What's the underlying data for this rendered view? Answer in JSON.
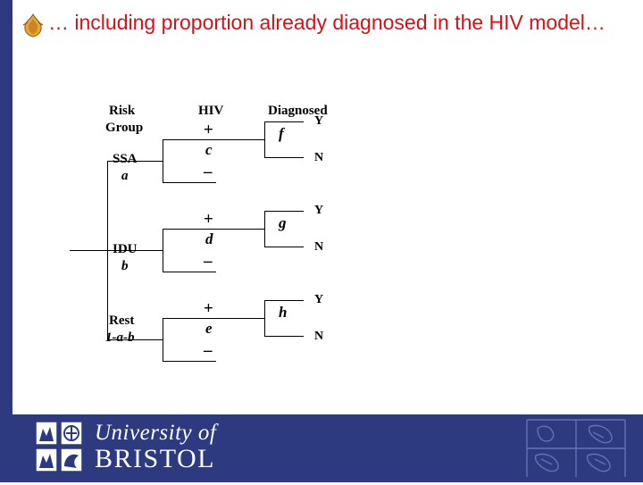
{
  "slide": {
    "title": "… including proportion already diagnosed in the HIV model…",
    "bullet_icon": "flame-bullet-icon",
    "accent_color": "#2d3a80",
    "title_color": "#d41216"
  },
  "diagram": {
    "type": "tree",
    "headers": {
      "risk_group": "Risk\nGroup",
      "risk_group_line1": "Risk",
      "risk_group_line2": "Group",
      "hiv": "HIV",
      "diagnosed": "Diagnosed"
    },
    "branches": [
      {
        "group_name": "SSA",
        "group_param": "a",
        "hiv_positive_sign": "+",
        "hiv_negative_sign": "–",
        "hiv_rate": "c",
        "diagnosed_rate": "f",
        "diagnosed_yes": "Y",
        "diagnosed_no": "N"
      },
      {
        "group_name": "IDU",
        "group_param": "b",
        "hiv_positive_sign": "+",
        "hiv_negative_sign": "–",
        "hiv_rate": "d",
        "diagnosed_rate": "g",
        "diagnosed_yes": "Y",
        "diagnosed_no": "N"
      },
      {
        "group_name": "Rest",
        "group_param": "1-a-b",
        "hiv_positive_sign": "+",
        "hiv_negative_sign": "–",
        "hiv_rate": "e",
        "diagnosed_rate": "h",
        "diagnosed_yes": "Y",
        "diagnosed_no": "N"
      }
    ]
  },
  "footer": {
    "university_word": "University of",
    "institution_word": "BRISTOL",
    "crest_icon": "bristol-crest-icon",
    "arms_icon": "bristol-coat-of-arms-icon"
  }
}
